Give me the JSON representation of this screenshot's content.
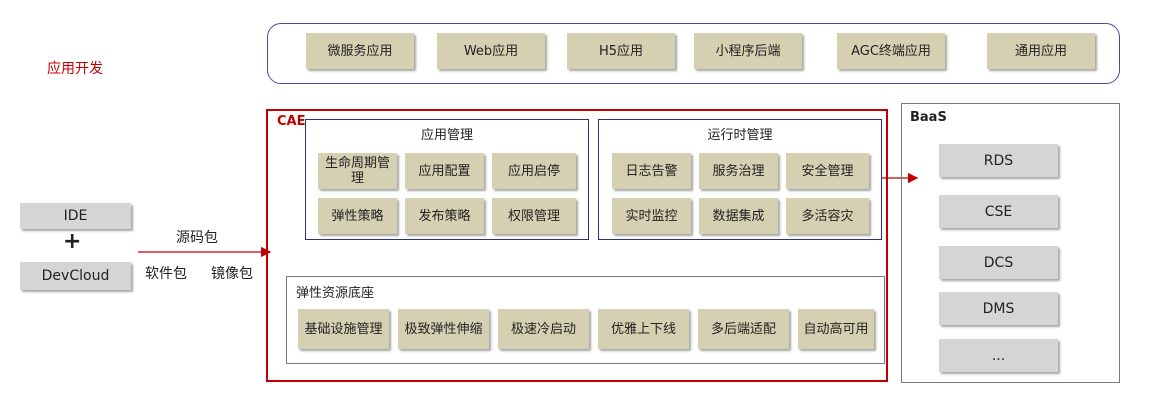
{
  "left": {
    "section_title": "应用开发",
    "ide": "IDE",
    "plus": "+",
    "devcloud": "DevCloud",
    "source_pkg": "源码包",
    "software_pkg": "软件包",
    "image_pkg": "镜像包"
  },
  "top_apps": [
    "微服务应用",
    "Web应用",
    "H5应用",
    "小程序后端",
    "AGC终端应用",
    "通用应用"
  ],
  "cae": {
    "title": "CAE",
    "app_mgmt": {
      "title": "应用管理",
      "items": [
        "生命周期管理",
        "应用配置",
        "应用启停",
        "弹性策略",
        "发布策略",
        "权限管理"
      ]
    },
    "runtime_mgmt": {
      "title": "运行时管理",
      "items": [
        "日志告警",
        "服务治理",
        "安全管理",
        "实时监控",
        "数据集成",
        "多活容灾"
      ]
    },
    "elastic_base": {
      "title": "弹性资源底座",
      "items": [
        "基础设施管理",
        "极致弹性伸缩",
        "极速冷启动",
        "优雅上下线",
        "多后端适配",
        "自动高可用"
      ]
    },
    "border_color": "#c00000"
  },
  "baas": {
    "title": "BaaS",
    "items": [
      "RDS",
      "CSE",
      "DCS",
      "DMS",
      "..."
    ]
  }
}
